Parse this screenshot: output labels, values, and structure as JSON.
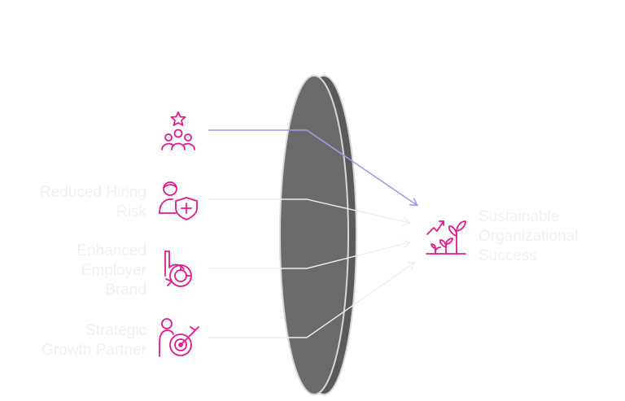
{
  "diagram": {
    "inputs": [
      {
        "label": "",
        "icon": "team-star-icon",
        "line_color": "#a596f0"
      },
      {
        "label": "Reduced Hiring\nRisk",
        "icon": "person-shield-plus-icon",
        "line_color": "#f0f0f0"
      },
      {
        "label": "Enhanced\nEmployer\nBrand",
        "icon": "brand-b-icon",
        "line_color": "#f0f0f0"
      },
      {
        "label": "Strategic\nGrowth Partner",
        "icon": "person-target-icon",
        "line_color": "#f0f0f0"
      }
    ],
    "output": {
      "label": "Sustainable\nOrganizational\nSuccess",
      "icon": "growth-plants-icon"
    },
    "lens_color": "#6b6b6b",
    "accent_color": "#e6188c"
  }
}
